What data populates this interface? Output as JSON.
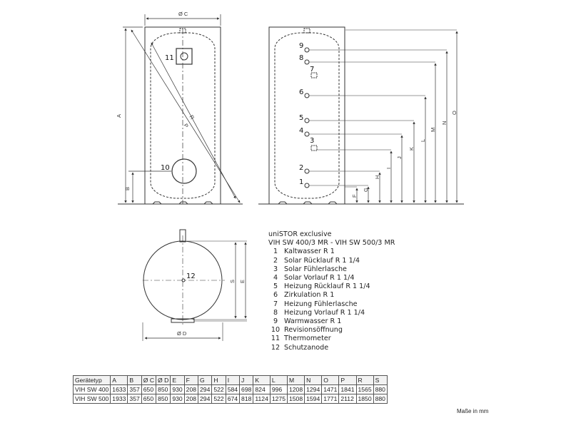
{
  "drawing_labels": {
    "diam_c": "Ø C",
    "diam_d": "Ø D",
    "a": "A",
    "b": "B",
    "p": "P",
    "r": "R",
    "f": "F",
    "g": "G",
    "h": "H",
    "i": "I",
    "j": "J",
    "k": "K",
    "l": "L",
    "m": "M",
    "n": "N",
    "o": "O",
    "s": "S",
    "e": "E"
  },
  "markers": {
    "m1": "1",
    "m2": "2",
    "m3": "3",
    "m4": "4",
    "m5": "5",
    "m6": "6",
    "m7": "7",
    "m8": "8",
    "m9": "9",
    "m10": "10",
    "m11": "11",
    "m12": "12"
  },
  "legend": {
    "title": "uniSTOR exclusive",
    "subtitle": "VIH SW 400/3 MR - VIH SW 500/3 MR",
    "items": [
      {
        "num": "1",
        "text": "Kaltwasser R 1"
      },
      {
        "num": "2",
        "text": "Solar Rücklauf R 1 1/4"
      },
      {
        "num": "3",
        "text": "Solar Fühlerlasche"
      },
      {
        "num": "4",
        "text": "Solar Vorlauf R 1 1/4"
      },
      {
        "num": "5",
        "text": "Heizung Rücklauf R 1 1/4"
      },
      {
        "num": "6",
        "text": "Zirkulation R 1"
      },
      {
        "num": "7",
        "text": "Heizung Fühlerlasche"
      },
      {
        "num": "8",
        "text": "Heizung Vorlauf R 1 1/4"
      },
      {
        "num": "9",
        "text": "Warmwasser R 1"
      },
      {
        "num": "10",
        "text": "Revisionsöffnung"
      },
      {
        "num": "11",
        "text": "Thermometer"
      },
      {
        "num": "12",
        "text": "Schutzanode"
      }
    ]
  },
  "table": {
    "headers": [
      "Gerätetyp",
      "A",
      "B",
      "Ø C",
      "Ø D",
      "E",
      "F",
      "G",
      "H",
      "I",
      "J",
      "K",
      "L",
      "M",
      "N",
      "O",
      "P",
      "R",
      "S"
    ],
    "rows": [
      [
        "VIH SW 400",
        "1633",
        "357",
        "650",
        "850",
        "930",
        "208",
        "294",
        "522",
        "584",
        "698",
        "824",
        "996",
        "1208",
        "1294",
        "1471",
        "1841",
        "1565",
        "880"
      ],
      [
        "VIH SW 500",
        "1933",
        "357",
        "650",
        "850",
        "930",
        "208",
        "294",
        "522",
        "674",
        "818",
        "1124",
        "1275",
        "1508",
        "1594",
        "1771",
        "2112",
        "1850",
        "880"
      ]
    ],
    "unit_note": "Maße in mm"
  }
}
